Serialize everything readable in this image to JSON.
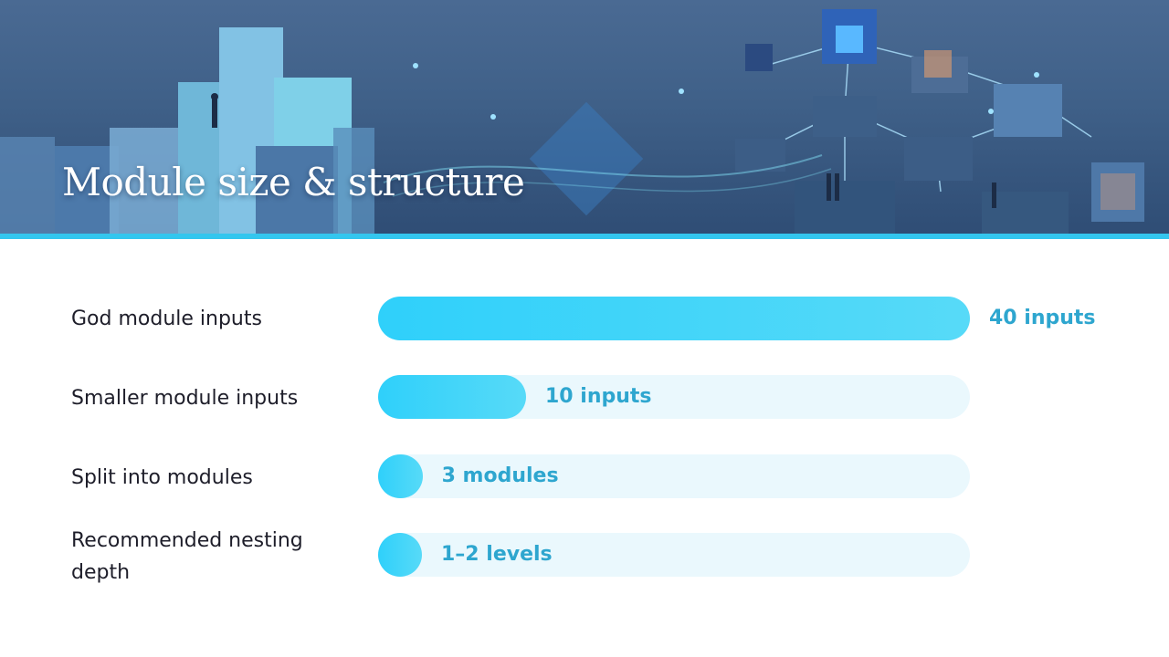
{
  "slide": {
    "title": "Module size & structure"
  },
  "colors": {
    "accent": "#33c6ee",
    "bar": "#2fd0fa",
    "track": "#eaf8fd",
    "value_text": "#2ea6cf",
    "label_text": "#1e1e2a"
  },
  "chart_data": {
    "type": "bar",
    "orientation": "horizontal",
    "categories": [
      "God module inputs",
      "Smaller module inputs",
      "Split into modules",
      "Recommended nesting depth"
    ],
    "values": [
      40,
      10,
      3,
      2
    ],
    "value_labels": [
      "40 inputs",
      "10 inputs",
      "3 modules",
      "1–2 levels"
    ],
    "title": "Module size & structure",
    "xlim": [
      0,
      40
    ],
    "grid": false
  }
}
